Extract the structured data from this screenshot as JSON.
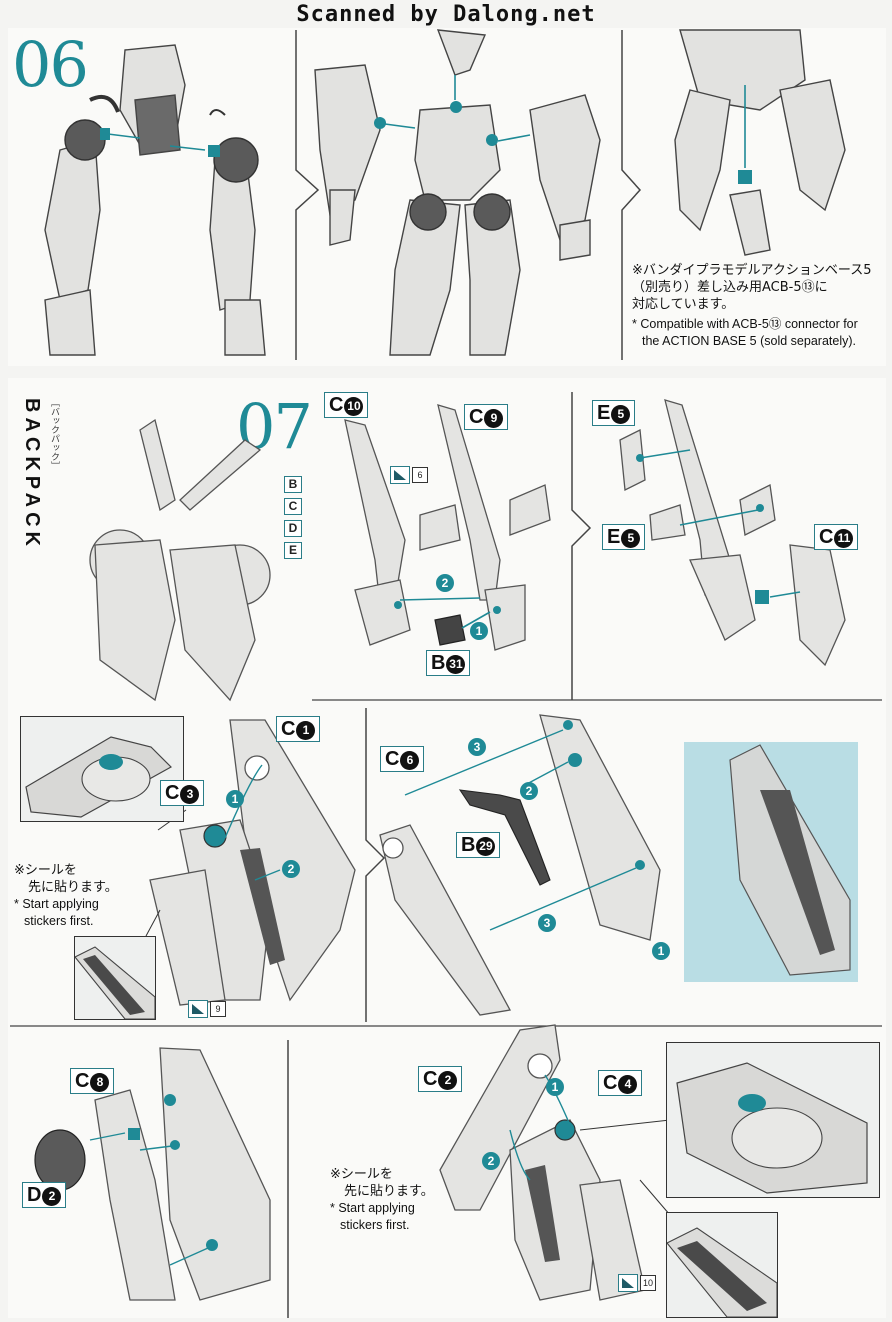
{
  "watermark": "Scanned by Dalong.net",
  "step06": {
    "number": "06",
    "note_jp_1": "※バンダイプラモデルアクションベース5",
    "note_jp_2": "（別売り）差し込み用ACB-5⑬に",
    "note_jp_3": "対応しています。",
    "note_en_1": "* Compatible with ACB-5⑬ connector for",
    "note_en_2": "the ACTION BASE 5 (sold separately)."
  },
  "step07": {
    "number": "07",
    "section_title": "BACKPACK",
    "section_ruby": "［バックパック］",
    "runners": [
      "B",
      "C",
      "D",
      "E"
    ],
    "labels": {
      "c10": "C",
      "c10n": "10",
      "c9": "C",
      "c9n": "9",
      "b31": "B",
      "b31n": "31",
      "e5a": "E",
      "e5an": "5",
      "e5b": "E",
      "e5bn": "5",
      "c11": "C",
      "c11n": "11",
      "c1": "C",
      "c1n": "1",
      "c3": "C",
      "c3n": "3",
      "c6": "C",
      "c6n": "6",
      "b29": "B",
      "b29n": "29",
      "c8": "C",
      "c8n": "8",
      "d2": "D",
      "d2n": "2",
      "c2": "C",
      "c2n": "2",
      "c4": "C",
      "c4n": "4"
    },
    "sticker_refs": [
      "6",
      "9",
      "10"
    ],
    "sticker_note_jp_1": "※シールを",
    "sticker_note_jp_2": "先に貼ります。",
    "sticker_note_en_1": "* Start applying",
    "sticker_note_en_2": "stickers first.",
    "bullets": {
      "one": "1",
      "two": "2",
      "three": "3"
    }
  },
  "colors": {
    "accent": "#1f8a96",
    "part": "#dcdcdc",
    "dark": "#555555",
    "photo_bg": "#b9dde4"
  }
}
